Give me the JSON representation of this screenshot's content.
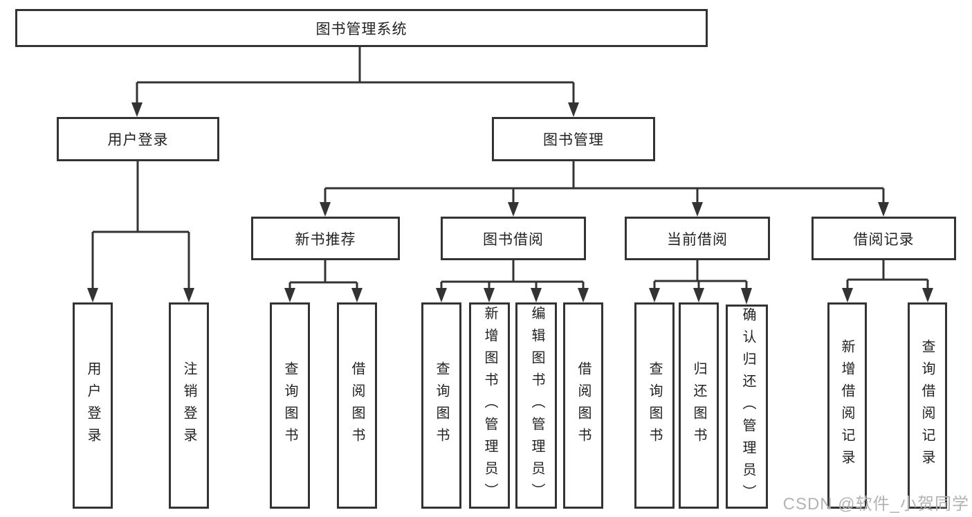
{
  "diagram": {
    "watermark": "CSDN @软件_小贺同学",
    "colors": {
      "line": "#333333",
      "box_border": "#333333",
      "text": "#222222",
      "background": "#ffffff",
      "watermark": "#b3b3b3"
    },
    "tree": {
      "root": {
        "label": "图书管理系统",
        "children": [
          {
            "label": "用户登录",
            "children": [
              {
                "label": "用户登录"
              },
              {
                "label": "注销登录"
              }
            ]
          },
          {
            "label": "图书管理",
            "children": [
              {
                "label": "新书推荐",
                "children": [
                  {
                    "label": "查询图书"
                  },
                  {
                    "label": "借阅图书"
                  }
                ]
              },
              {
                "label": "图书借阅",
                "children": [
                  {
                    "label": "查询图书"
                  },
                  {
                    "label": "新增图书（管理员）"
                  },
                  {
                    "label": "编辑图书（管理员）"
                  },
                  {
                    "label": "借阅图书"
                  }
                ]
              },
              {
                "label": "当前借阅",
                "children": [
                  {
                    "label": "查询图书"
                  },
                  {
                    "label": "归还图书"
                  },
                  {
                    "label": "确认归还（管理员）"
                  }
                ]
              },
              {
                "label": "借阅记录",
                "children": [
                  {
                    "label": "新增借阅记录"
                  },
                  {
                    "label": "查询借阅记录"
                  }
                ]
              }
            ]
          }
        ]
      }
    }
  }
}
